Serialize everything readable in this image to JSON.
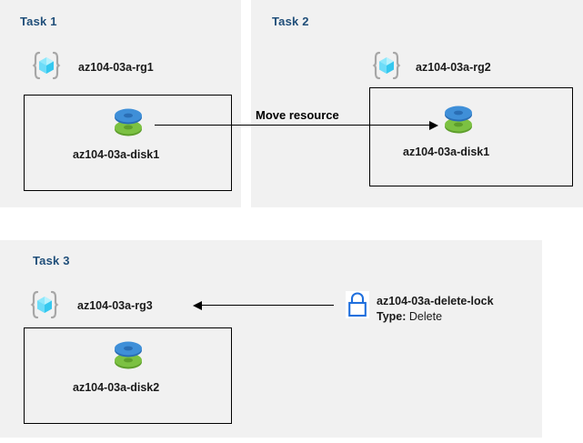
{
  "diagram": {
    "title": "Azure resource group tasks diagram",
    "background": "#ffffff",
    "panel_color": "#f1f1f1",
    "task_label_color": "#1f4e79",
    "accent_blue": "#1f6fdd",
    "disk_blue": "#3f8fd8",
    "disk_green": "#6cb33f",
    "rg_cyan": "#42d9f4"
  },
  "tasks": [
    {
      "id": "task1",
      "label": "Task 1",
      "resource_group": {
        "name": "az104-03a-rg1",
        "icon": "resource-group-icon"
      },
      "resource": {
        "name": "az104-03a-disk1",
        "icon": "managed-disk-icon"
      }
    },
    {
      "id": "task2",
      "label": "Task 2",
      "resource_group": {
        "name": "az104-03a-rg2",
        "icon": "resource-group-icon"
      },
      "resource": {
        "name": "az104-03a-disk1",
        "icon": "managed-disk-icon"
      }
    },
    {
      "id": "task3",
      "label": "Task 3",
      "resource_group": {
        "name": "az104-03a-rg3",
        "icon": "resource-group-icon"
      },
      "resource": {
        "name": "az104-03a-disk2",
        "icon": "managed-disk-icon"
      },
      "lock": {
        "icon": "padlock-icon",
        "name": "az104-03a-delete-lock",
        "type_label": "Type:",
        "type_value": "Delete"
      }
    }
  ],
  "connectors": [
    {
      "id": "move-connector",
      "caption": "Move resource",
      "direction": "right",
      "from": "az104-03a-disk1",
      "to": "az104-03a-disk1"
    },
    {
      "id": "lock-connector",
      "caption": "",
      "direction": "left",
      "from": "az104-03a-delete-lock",
      "to": "az104-03a-rg3"
    }
  ]
}
